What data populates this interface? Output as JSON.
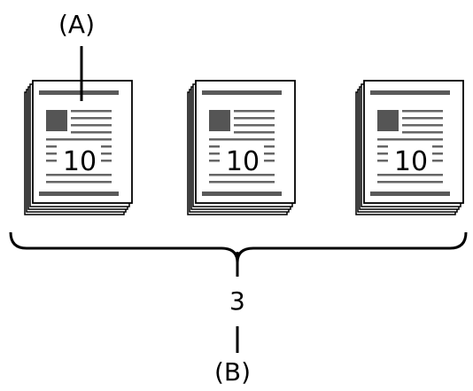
{
  "labels": {
    "a": "(A)",
    "b": "(B)",
    "count": "3"
  },
  "stacks": [
    {
      "page_number": "10"
    },
    {
      "page_number": "10"
    },
    {
      "page_number": "10"
    }
  ]
}
